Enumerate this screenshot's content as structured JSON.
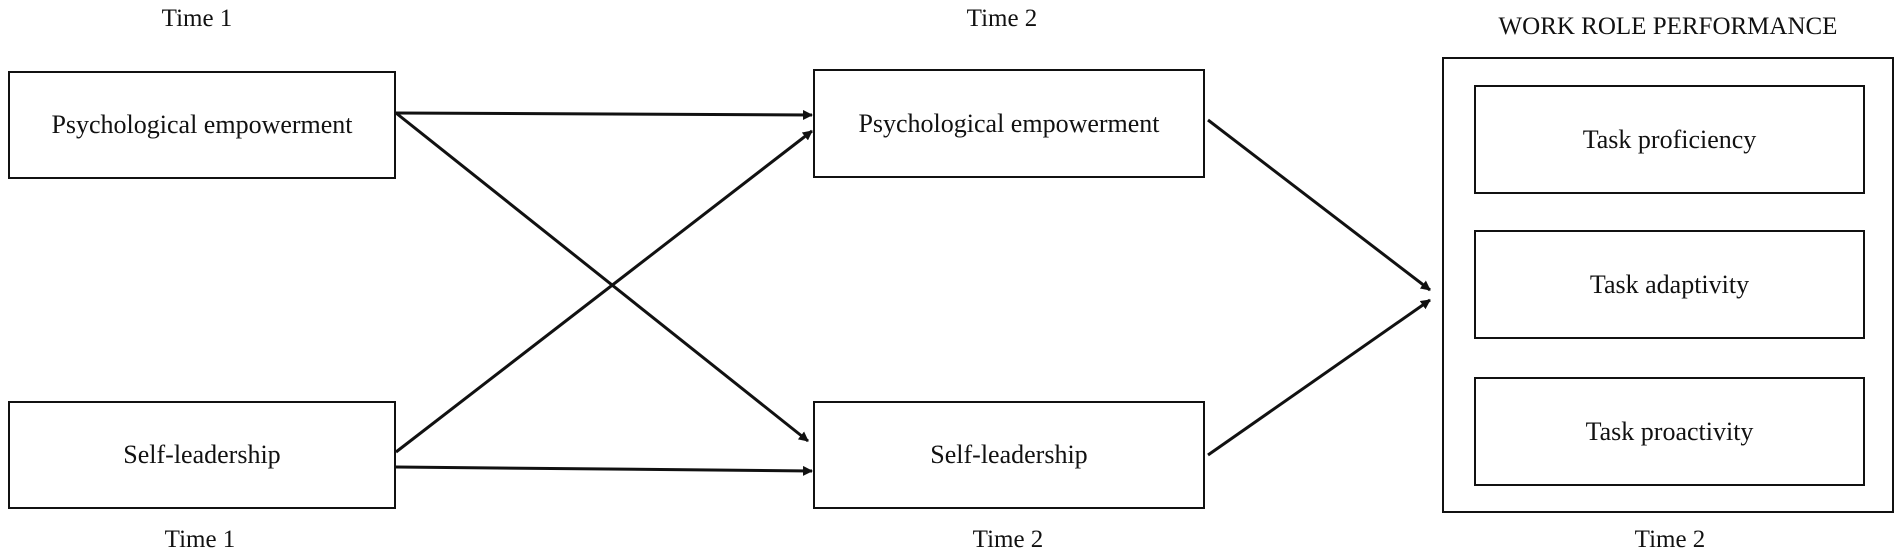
{
  "time_labels": {
    "t1_top": "Time 1",
    "t2_top": "Time 2",
    "t1_bottom": "Time 1",
    "t2_bottom": "Time 2",
    "outcome_bottom": "Time 2"
  },
  "nodes": {
    "pe_time1": "Psychological empowerment",
    "sl_time1": "Self-leadership",
    "pe_time2": "Psychological empowerment",
    "sl_time2": "Self-leadership"
  },
  "outcome": {
    "title": "WORK ROLE PERFORMANCE",
    "items": [
      "Task proficiency",
      "Task adaptivity",
      "Task proactivity"
    ]
  },
  "edges": [
    {
      "from": "pe_time1",
      "to": "pe_time2"
    },
    {
      "from": "pe_time1",
      "to": "sl_time2"
    },
    {
      "from": "sl_time1",
      "to": "pe_time2"
    },
    {
      "from": "sl_time1",
      "to": "sl_time2"
    },
    {
      "from": "pe_time2",
      "to": "work_role_performance"
    },
    {
      "from": "sl_time2",
      "to": "work_role_performance"
    }
  ]
}
